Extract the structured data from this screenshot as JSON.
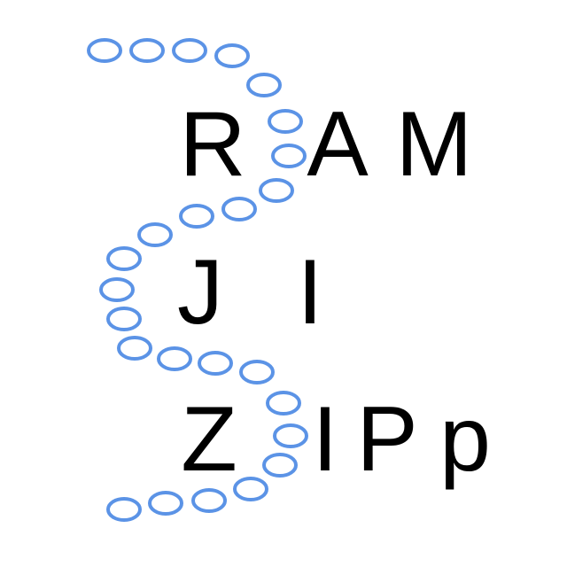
{
  "logo": {
    "rows": [
      {
        "letters": [
          "R",
          "A",
          "M"
        ]
      },
      {
        "letters": [
          "J",
          "I"
        ]
      },
      {
        "letters": [
          "Z",
          "I",
          "P",
          "p"
        ]
      }
    ],
    "chain_color": "#5b93e6",
    "text_color": "#000000"
  }
}
